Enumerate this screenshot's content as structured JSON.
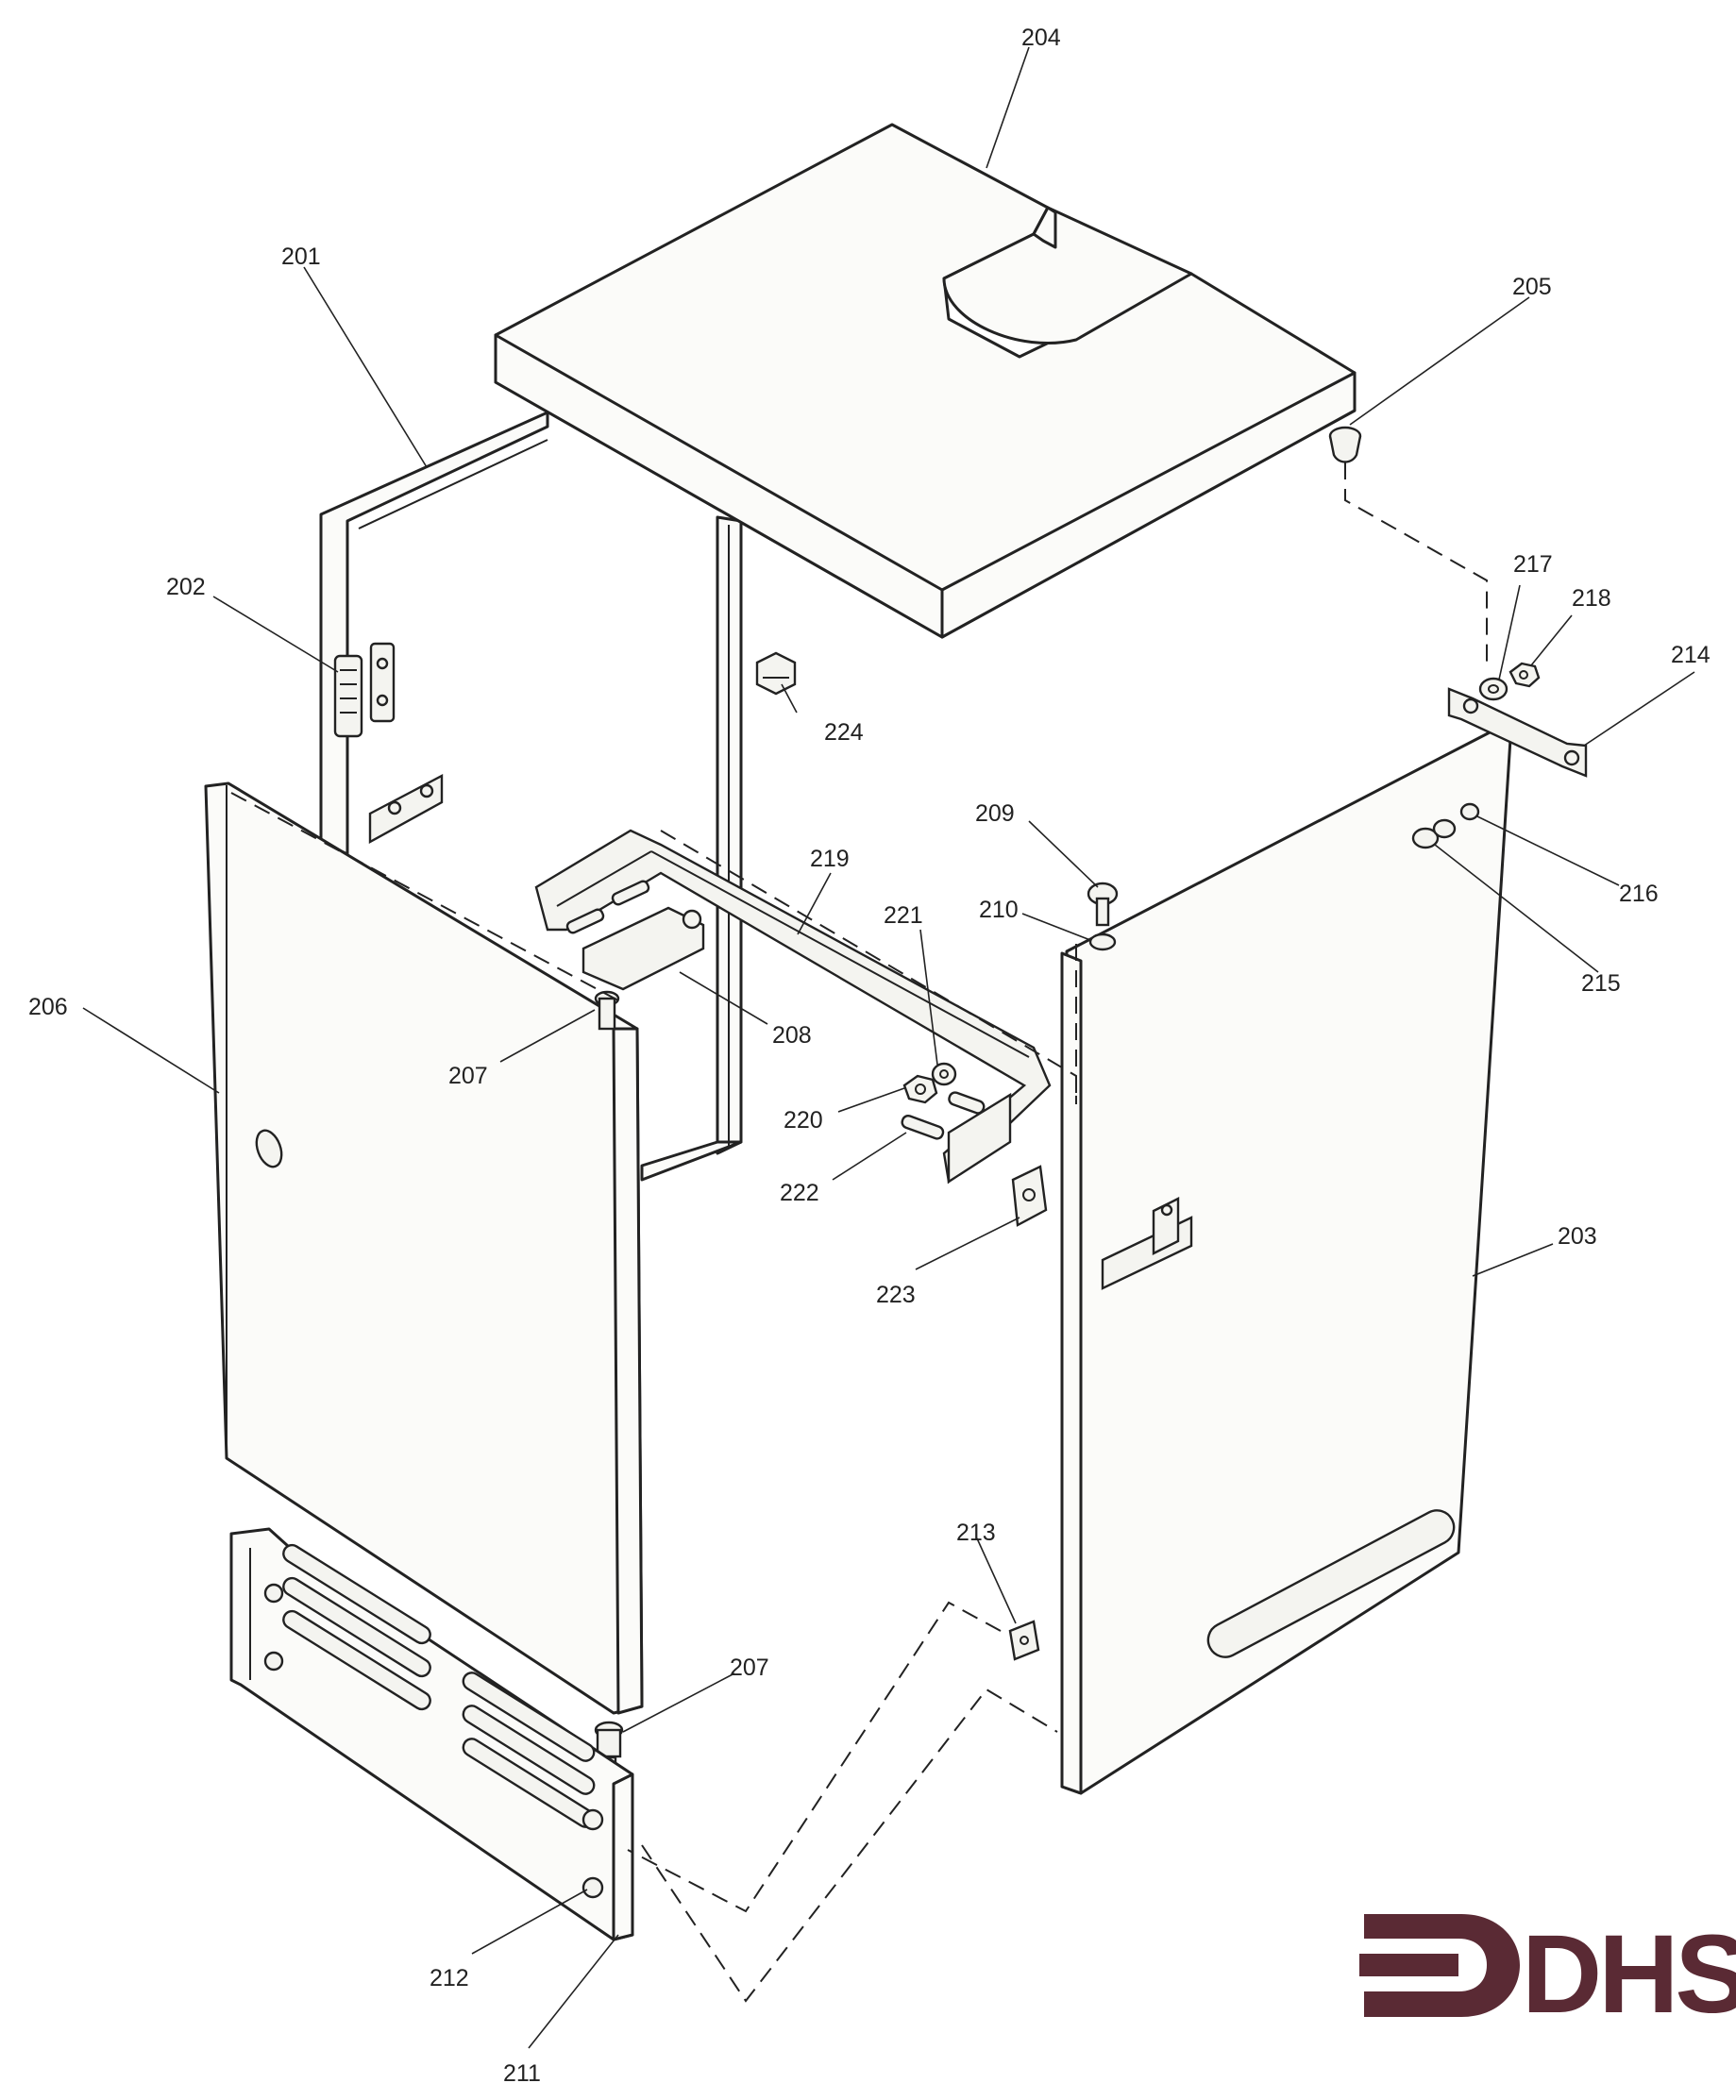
{
  "diagram": {
    "part_numbers": [
      "201",
      "202",
      "203",
      "204",
      "205",
      "206",
      "207",
      "208",
      "209",
      "210",
      "211",
      "212",
      "213",
      "214",
      "215",
      "216",
      "217",
      "218",
      "219",
      "220",
      "221",
      "222",
      "223",
      "224"
    ],
    "callouts": {
      "c201": "201",
      "c202": "202",
      "c203": "203",
      "c204": "204",
      "c205": "205",
      "c206": "206",
      "c207a": "207",
      "c207b": "207",
      "c208": "208",
      "c209": "209",
      "c210": "210",
      "c211": "211",
      "c212": "212",
      "c213": "213",
      "c214": "214",
      "c215": "215",
      "c216": "216",
      "c217": "217",
      "c218": "218",
      "c219": "219",
      "c220": "220",
      "c221": "221",
      "c222": "222",
      "c223": "223",
      "c224": "224"
    }
  },
  "logo": {
    "text": "DHS",
    "color": "#5a2a34"
  }
}
